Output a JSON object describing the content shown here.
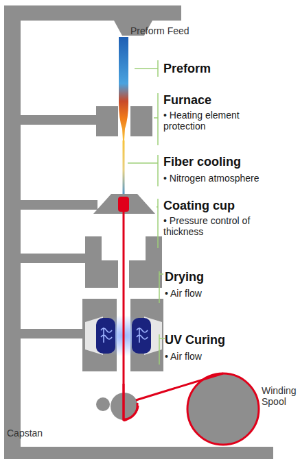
{
  "diagram": {
    "labels": [
      "Preform Feed",
      "Preform",
      "Furnace",
      "• Heating element protection",
      "Fiber cooling",
      "• Nitrogen atmosphere",
      "Coating cup",
      "• Pressure control of thickness",
      "Drying",
      "• Air flow",
      "UV Curing",
      "• Air flow",
      "Capstan",
      "Winding Spool"
    ]
  }
}
